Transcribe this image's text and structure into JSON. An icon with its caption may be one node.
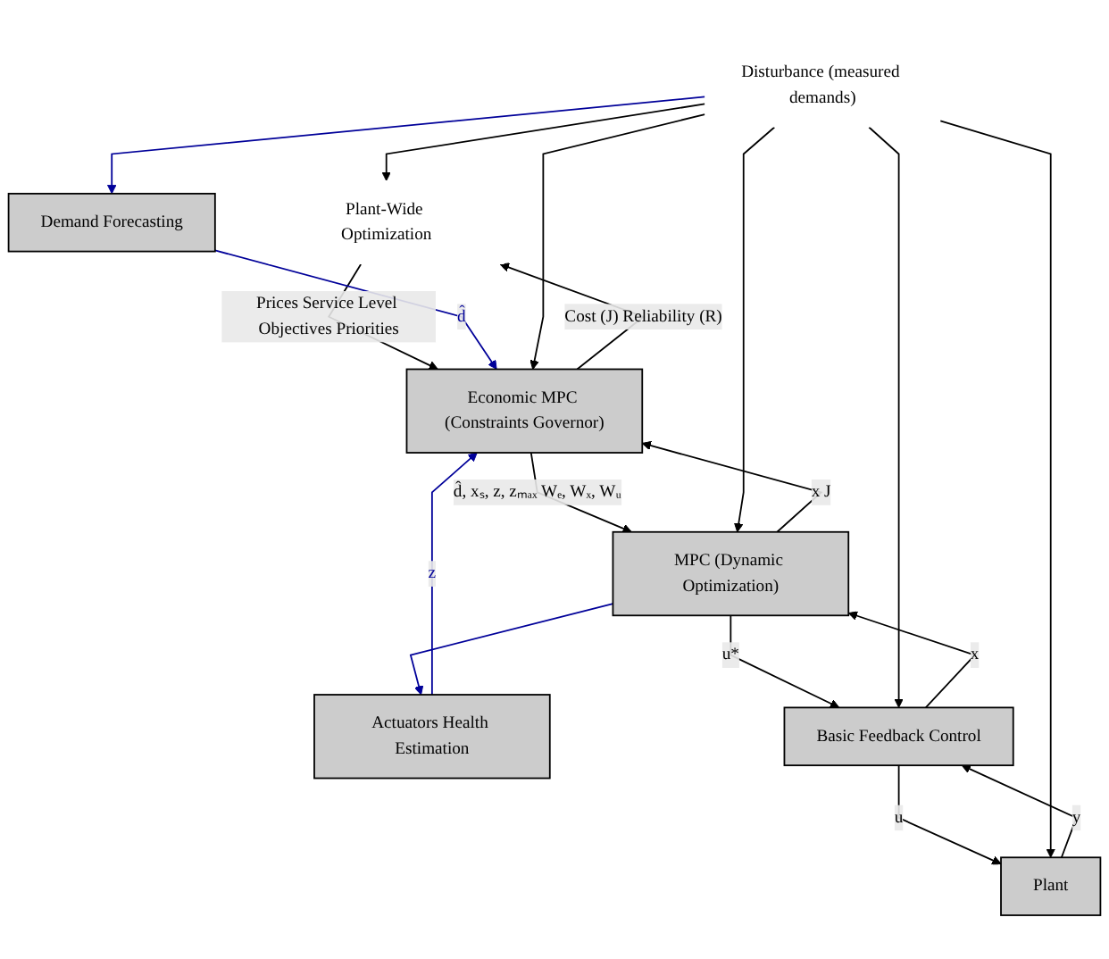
{
  "diagram": {
    "nodes": [
      {
        "text": [
          "Plant-Wide Optimization"
        ]
      },
      {
        "text": [
          "Economic MPC (Constraints Governor)"
        ]
      },
      {
        "text": [
          "MPC (Dynamic Optimization)"
        ]
      },
      {
        "text": [
          "Actuators Health Estimation"
        ]
      },
      {
        "text": [
          "Basic Feedback Control"
        ]
      },
      {
        "text": [
          "Demand Forecasting"
        ]
      },
      {
        "text": [
          "Plant"
        ]
      },
      {
        "text": [
          "Disturbance (measured demands)"
        ]
      }
    ],
    "edges": [
      {
        "from": 0,
        "to": 1,
        "arrow": "to",
        "label": "Prices Service Level Objectives Priorities"
      },
      {
        "from": 1,
        "to": 0,
        "arrow": "to",
        "label": "Cost (J) Reliability (R)"
      },
      {
        "from": 5,
        "to": 1,
        "arrow": "to",
        "label": "d̂",
        "color": "#000099"
      },
      {
        "from": 3,
        "to": 1,
        "arrow": "to",
        "label": "z",
        "color": "#000099"
      },
      {
        "from": 1,
        "to": 2,
        "arrow": "to",
        "label": "d̂, xₛ, z, zₘₐₓ Wₑ, Wₓ, Wᵤ"
      },
      {
        "from": 2,
        "to": 1,
        "arrow": "to",
        "label": "x J"
      },
      {
        "from": 2,
        "to": 4,
        "arrow": "to",
        "label": "u*"
      },
      {
        "from": 2,
        "to": 3,
        "arrow": "to",
        "color": "#000099"
      },
      {
        "from": 4,
        "to": 2,
        "arrow": "to",
        "label": "x"
      },
      {
        "from": 4,
        "to": 6,
        "arrow": "to",
        "label": "u"
      },
      {
        "from": 6,
        "to": 4,
        "arrow": "to",
        "label": "y"
      },
      {
        "from": 7,
        "to": 0,
        "arrow": "to"
      },
      {
        "from": 7,
        "to": 1,
        "arrow": "to"
      },
      {
        "from": 7,
        "to": 2,
        "arrow": "to"
      },
      {
        "from": 7,
        "to": 4,
        "arrow": "to"
      },
      {
        "from": 7,
        "to": 6,
        "arrow": "to"
      },
      {
        "from": 7,
        "to": 5,
        "arrow": "to",
        "color": "#000099"
      }
    ]
  }
}
